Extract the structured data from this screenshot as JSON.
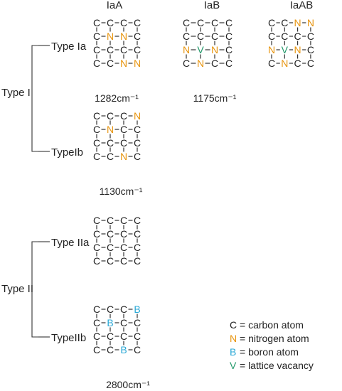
{
  "colors": {
    "text": "#222222",
    "line": "#333333",
    "C": "#222222",
    "N": "#e8950f",
    "B": "#2aa8d6",
    "V": "#22996a"
  },
  "headers": [
    "IaA",
    "IaB",
    "IaAB"
  ],
  "groups": [
    {
      "label": "Type I"
    },
    {
      "label": "Type II"
    }
  ],
  "types": [
    "Type Ia",
    "TypeIb",
    "Type IIa",
    "TypeIIb"
  ],
  "lattices": [
    {
      "id": "iaa",
      "wavenumber": "1282cm⁻¹",
      "atoms": [
        [
          "C",
          "C",
          "C",
          "C"
        ],
        [
          "C",
          "N",
          "N",
          "C"
        ],
        [
          "C",
          "C",
          "C",
          "C"
        ],
        [
          "C",
          "C",
          "N",
          "N"
        ]
      ]
    },
    {
      "id": "iab",
      "wavenumber": "1175cm⁻¹",
      "atoms": [
        [
          "C",
          "C",
          "C",
          "C"
        ],
        [
          "C",
          "C",
          "C",
          "C"
        ],
        [
          "N",
          "V",
          "N",
          "C"
        ],
        [
          "C",
          "N",
          "C",
          "C"
        ]
      ]
    },
    {
      "id": "iaab",
      "wavenumber": "",
      "atoms": [
        [
          "C",
          "C",
          "N",
          "N"
        ],
        [
          "C",
          "C",
          "C",
          "C"
        ],
        [
          "N",
          "V",
          "N",
          "C"
        ],
        [
          "C",
          "N",
          "C",
          "C"
        ]
      ]
    },
    {
      "id": "ib",
      "wavenumber": "1130cm⁻¹",
      "atoms": [
        [
          "C",
          "C",
          "C",
          "N"
        ],
        [
          "C",
          "N",
          "C",
          "C"
        ],
        [
          "C",
          "C",
          "C",
          "C"
        ],
        [
          "C",
          "C",
          "N",
          "C"
        ]
      ]
    },
    {
      "id": "iia",
      "wavenumber": "",
      "atoms": [
        [
          "C",
          "C",
          "C",
          "C"
        ],
        [
          "C",
          "C",
          "C",
          "C"
        ],
        [
          "C",
          "C",
          "C",
          "C"
        ],
        [
          "C",
          "C",
          "C",
          "C"
        ]
      ]
    },
    {
      "id": "iib",
      "wavenumber": "2800cm⁻¹",
      "atoms": [
        [
          "C",
          "C",
          "C",
          "B"
        ],
        [
          "C",
          "B",
          "C",
          "C"
        ],
        [
          "C",
          "C",
          "C",
          "C"
        ],
        [
          "C",
          "C",
          "B",
          "C"
        ]
      ]
    }
  ],
  "legend": [
    {
      "symbol": "C",
      "text": "= carbon atom"
    },
    {
      "symbol": "N",
      "text": "= nitrogen atom"
    },
    {
      "symbol": "B",
      "text": "= boron atom"
    },
    {
      "symbol": "V",
      "text": "= lattice vacancy"
    }
  ]
}
